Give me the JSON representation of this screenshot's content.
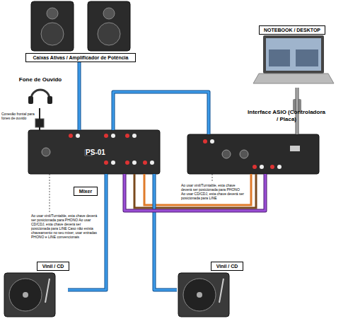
{
  "diagram": {
    "nodes": [
      {
        "text": [
          "Caixas Ativas / Amplificador de Potência"
        ]
      },
      {
        "text": [
          "NOTEBOOK / DESKTOP"
        ]
      },
      {
        "text": [
          "Fone de Ouvido"
        ]
      },
      {
        "text": [
          "Mixer",
          "PS-01"
        ]
      },
      {
        "text": [
          "Interface ASIO (Controladora / Placa)"
        ]
      },
      {
        "text": [
          "Vinil / CD"
        ]
      },
      {
        "text": [
          "Vinil / CD"
        ]
      }
    ],
    "edges": [
      {
        "from": 3,
        "to": 0,
        "arrow": "none"
      },
      {
        "from": 3,
        "to": 4,
        "arrow": "none"
      },
      {
        "from": 4,
        "to": 1,
        "arrow": "none"
      },
      {
        "from": 2,
        "to": 3,
        "arrow": "none"
      },
      {
        "from": 5,
        "to": 3,
        "arrow": "none"
      },
      {
        "from": 6,
        "to": 3,
        "arrow": "none"
      },
      {
        "from": 4,
        "to": 3,
        "arrow": "none"
      }
    ],
    "labels": [
      "Conexão frontal para fones de ouvido",
      "Ao usar vinil/Turntable, esta chave deverá ser posicionada para PHONO Ao usar CD/CDJ, esta chave deverá ser posicionada para LINE Caso não exista chaveamento no seu mixer, usar entradas PHONO e LINE convencionais",
      "Ao usar vinil/Turntable, esta chave deverá ser posicionada para PHONO Ao usar CD/CDJ, esta chave deverá ser posicionada para LINE"
    ]
  }
}
